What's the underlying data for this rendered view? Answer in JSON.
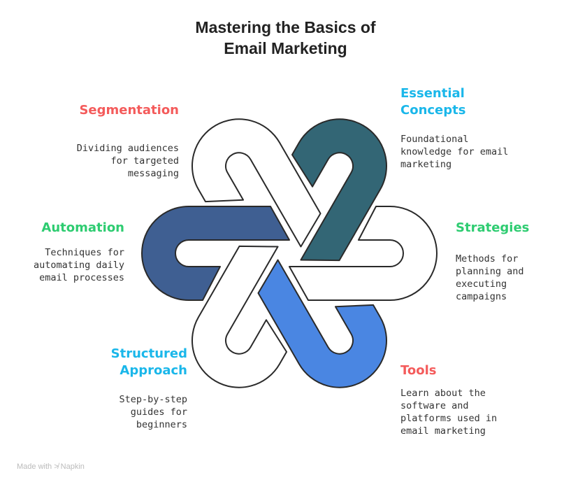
{
  "title_line1": "Mastering the Basics of",
  "title_line2": "Email Marketing",
  "items": [
    {
      "heading": "Segmentation",
      "description": "Dividing audiences\nfor targeted\nmessaging",
      "color": "#f45b5b"
    },
    {
      "heading_line1": "Essential",
      "heading_line2": "Concepts",
      "description": "Foundational\nknowledge for email\nmarketing",
      "color": "#1ab7ea"
    },
    {
      "heading": "Automation",
      "description": "Techniques for\nautomating daily\nemail processes",
      "color": "#2ecc71"
    },
    {
      "heading": "Strategies",
      "description": "Methods for\nplanning and\nexecuting\ncampaigns",
      "color": "#2ecc71"
    },
    {
      "heading_line1": "Structured",
      "heading_line2": "Approach",
      "description": "Step-by-step\nguides for\nbeginners",
      "color": "#1ab7ea"
    },
    {
      "heading": "Tools",
      "description": "Learn about the\nsoftware and\nplatforms used in\nemail marketing",
      "color": "#f45b5b"
    }
  ],
  "hook_colors": [
    "#3f5f92",
    "#ffffff",
    "#336675",
    "#ffffff",
    "#4a86e2",
    "#ffffff"
  ],
  "footer": "Made with ≯ Napkin"
}
